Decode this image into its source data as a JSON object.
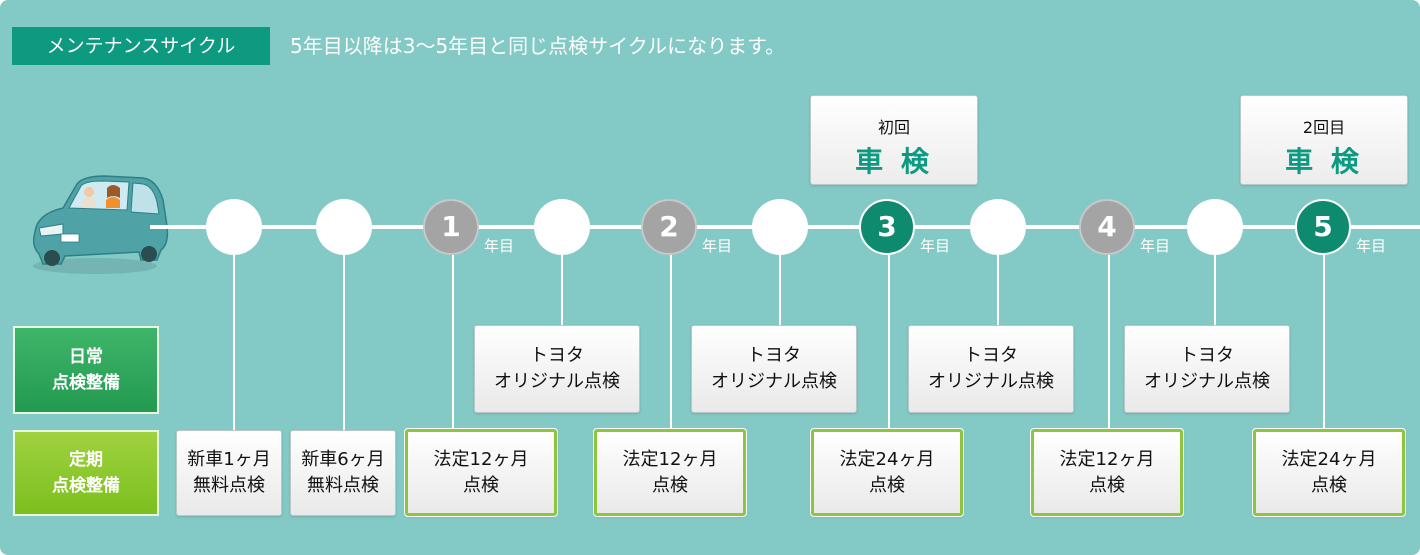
{
  "header": {
    "tag": "メンテナンスサイクル",
    "text": "5年目以降は3〜5年目と同じ点検サイクルになります。"
  },
  "timeline": {
    "year_suffix": "年目",
    "years": [
      "1",
      "2",
      "3",
      "4",
      "5"
    ]
  },
  "inspections": [
    {
      "sub": "初回",
      "main": "車 検"
    },
    {
      "sub": "2回目",
      "main": "車 検"
    }
  ],
  "row_labels": {
    "daily": [
      "日常",
      "点検整備"
    ],
    "periodic": [
      "定期",
      "点検整備"
    ]
  },
  "daily_boxes": [
    [
      "トヨタ",
      "オリジナル点検"
    ],
    [
      "トヨタ",
      "オリジナル点検"
    ],
    [
      "トヨタ",
      "オリジナル点検"
    ],
    [
      "トヨタ",
      "オリジナル点検"
    ]
  ],
  "periodic_boxes": [
    [
      "新車1ヶ月",
      "無料点検"
    ],
    [
      "新車6ヶ月",
      "無料点検"
    ],
    [
      "法定12ヶ月",
      "点検"
    ],
    [
      "法定12ヶ月",
      "点検"
    ],
    [
      "法定24ヶ月",
      "点検"
    ],
    [
      "法定12ヶ月",
      "点検"
    ],
    [
      "法定24ヶ月",
      "点検"
    ]
  ],
  "colors": {
    "panel": "#83c9c5",
    "accent_green": "#0e9a80",
    "node_gray": "#a4a4a4",
    "legal_border": "#8cc63f"
  }
}
